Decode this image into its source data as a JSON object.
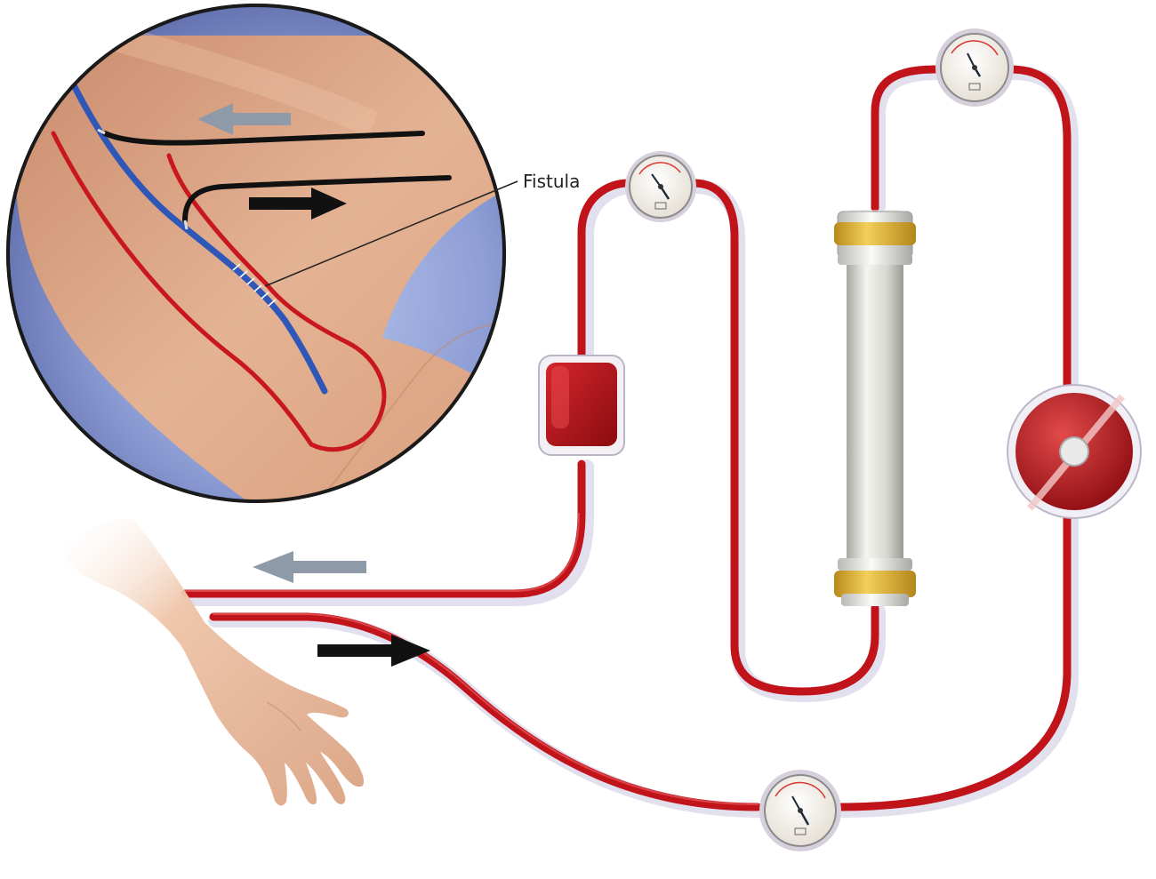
{
  "labels": {
    "fistula": "Fistula"
  },
  "colors": {
    "blood_tube": "#c0141a",
    "tube_shadow": "#d9d4e8",
    "vein": "#2f57b8",
    "artery": "#c8171d",
    "skin": "#e2ad8c",
    "inset_bg": "#6d79b4",
    "flow_out_arrow": "#8f9aa9",
    "flow_in_arrow": "#111111",
    "dialyzer_cap": "#e0b43a",
    "dialyzer_body": "#dcdcd6"
  },
  "icons": {
    "gauges": [
      "pressure-gauge-top-left",
      "pressure-gauge-top-right",
      "pressure-gauge-bottom"
    ],
    "pump": "blood-pump-icon",
    "dialyzer": "dialyzer-cylinder-icon",
    "chamber": "drip-chamber-icon"
  }
}
